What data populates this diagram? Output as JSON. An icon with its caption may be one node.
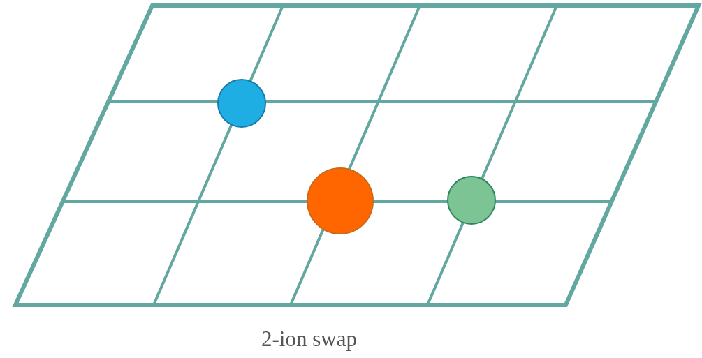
{
  "diagram": {
    "caption": "2-ion swap",
    "nodes": [
      {
        "text": [],
        "shape": "circle"
      },
      {
        "text": [],
        "shape": "circle"
      },
      {
        "text": [],
        "shape": "circle"
      }
    ]
  }
}
